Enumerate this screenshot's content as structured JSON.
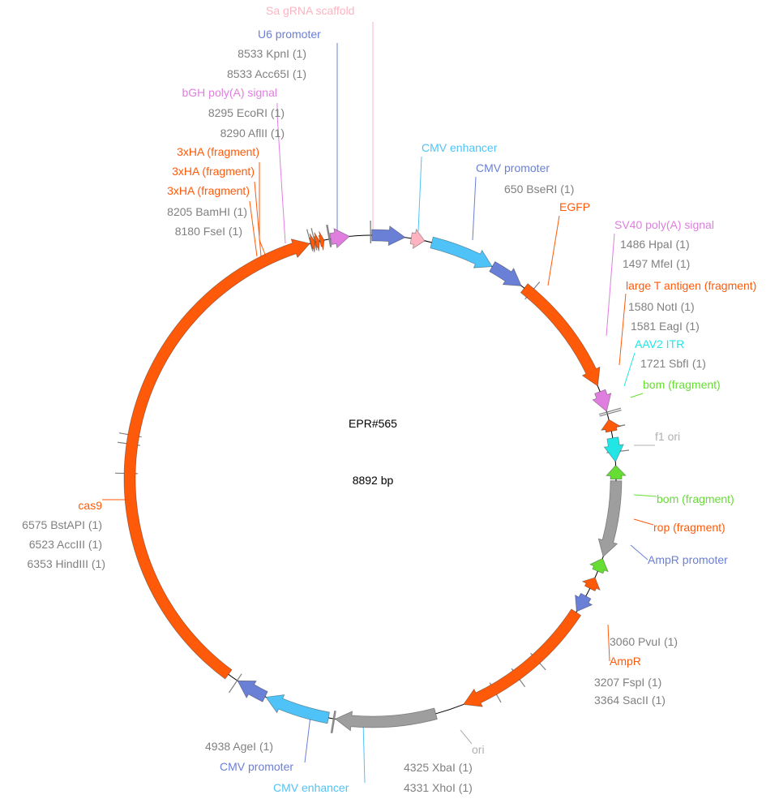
{
  "plasmid": {
    "name": "EPR#565",
    "length_label": "8892 bp",
    "total_bp": 8892
  },
  "features": [
    {
      "name": "CMV enhancer",
      "start": 0,
      "end": 380,
      "direction": "cw",
      "color": "#4fc3f7"
    },
    {
      "name": "CMV promoter",
      "start": 380,
      "end": 584,
      "direction": "cw",
      "color": "#6a7fd6"
    },
    {
      "name": "EGFP",
      "start": 605,
      "end": 1325,
      "direction": "cw",
      "color": "#ff5a0a"
    },
    {
      "name": "SV40 poly(A) signal",
      "start": 1360,
      "end": 1482,
      "direction": "cw",
      "color": "#e07ee0"
    },
    {
      "name": "large T antigen (fragment)",
      "start": 1530,
      "end": 1600,
      "direction": "ccw",
      "color": "#ff5a0a"
    },
    {
      "name": "AAV2 ITR",
      "start": 1640,
      "end": 1780,
      "direction": "cw",
      "color": "#22e6e6"
    },
    {
      "name": "bom (fragment)",
      "start": 1800,
      "end": 1880,
      "direction": "ccw",
      "color": "#66dd33"
    },
    {
      "name": "f1 ori",
      "start": 1890,
      "end": 2340,
      "direction": "cw",
      "color": "#9e9e9e"
    },
    {
      "name": "bom (fragment)",
      "start": 2350,
      "end": 2430,
      "direction": "ccw",
      "color": "#66dd33"
    },
    {
      "name": "rop (fragment)",
      "start": 2470,
      "end": 2540,
      "direction": "ccw",
      "color": "#ff5a0a"
    },
    {
      "name": "AmpR promoter",
      "start": 2590,
      "end": 2695,
      "direction": "cw",
      "color": "#6a7fd6"
    },
    {
      "name": "AmpR",
      "start": 2700,
      "end": 3560,
      "direction": "cw",
      "color": "#ff5a0a"
    },
    {
      "name": "ori",
      "start": 3730,
      "end": 4320,
      "direction": "cw",
      "color": "#9e9e9e"
    },
    {
      "name": "CMV enhancer",
      "start": 4360,
      "end": 4745,
      "direction": "cw",
      "color": "#4fc3f7"
    },
    {
      "name": "CMV promoter",
      "start": 4750,
      "end": 4935,
      "direction": "cw",
      "color": "#6a7fd6"
    },
    {
      "name": "cas9",
      "start": 5000,
      "end": 8175,
      "direction": "cw",
      "color": "#ff5a0a"
    },
    {
      "name": "3xHA (fragment)",
      "start": 8182,
      "end": 8207,
      "direction": "cw",
      "color": "#ff5a0a"
    },
    {
      "name": "3xHA (fragment)",
      "start": 8209,
      "end": 8234,
      "direction": "cw",
      "color": "#ff5a0a"
    },
    {
      "name": "3xHA (fragment)",
      "start": 8236,
      "end": 8261,
      "direction": "cw",
      "color": "#ff5a0a"
    },
    {
      "name": "bGH poly(A) signal",
      "start": 8300,
      "end": 8410,
      "direction": "cw",
      "color": "#e07ee0"
    },
    {
      "name": "U6 promoter",
      "start": 8540,
      "end": 8735,
      "direction": "cw",
      "color": "#6a7fd6"
    },
    {
      "name": "Sa gRNA scaffold",
      "start": 8770,
      "end": 8850,
      "direction": "cw",
      "color": "#ffb3c1"
    }
  ],
  "labels": [
    {
      "text": "Sa gRNA scaffold",
      "color": "#ffb3c1",
      "anchor": "Sa gRNA scaffold"
    },
    {
      "text": "U6 promoter",
      "color": "#6a7fd6",
      "anchor": "U6 promoter"
    },
    {
      "text": "8533 KpnI (1)",
      "color": "#808080",
      "site_bp": 8533
    },
    {
      "text": "8533 Acc65I (1)",
      "color": "#808080",
      "site_bp": 8533
    },
    {
      "text": "bGH poly(A) signal",
      "color": "#e07ee0",
      "anchor": "bGH poly(A) signal"
    },
    {
      "text": "8295 EcoRI (1)",
      "color": "#808080",
      "site_bp": 8295
    },
    {
      "text": "8290 AflII (1)",
      "color": "#808080",
      "site_bp": 8290
    },
    {
      "text": "3xHA (fragment)",
      "color": "#ff5a0a",
      "anchor": "3xHA (fragment)"
    },
    {
      "text": "3xHA (fragment)",
      "color": "#ff5a0a",
      "anchor": "3xHA (fragment)"
    },
    {
      "text": "3xHA (fragment)",
      "color": "#ff5a0a",
      "anchor": "3xHA (fragment)"
    },
    {
      "text": "8205 BamHI (1)",
      "color": "#808080",
      "site_bp": 8205
    },
    {
      "text": "8180 FseI (1)",
      "color": "#808080",
      "site_bp": 8180
    },
    {
      "text": "CMV enhancer",
      "color": "#4fc3f7",
      "anchor": "CMV enhancer"
    },
    {
      "text": "CMV promoter",
      "color": "#6a7fd6",
      "anchor": "CMV promoter"
    },
    {
      "text": "650 BseRI (1)",
      "color": "#808080",
      "site_bp": 650
    },
    {
      "text": "EGFP",
      "color": "#ff5a0a",
      "anchor": "EGFP"
    },
    {
      "text": "SV40 poly(A) signal",
      "color": "#e07ee0",
      "anchor": "SV40 poly(A) signal"
    },
    {
      "text": "1486 HpaI (1)",
      "color": "#808080",
      "site_bp": 1486
    },
    {
      "text": "1497 MfeI (1)",
      "color": "#808080",
      "site_bp": 1497
    },
    {
      "text": "large T antigen (fragment)",
      "color": "#ff5a0a",
      "anchor": "large T antigen (fragment)"
    },
    {
      "text": "1580 NotI (1)",
      "color": "#808080",
      "site_bp": 1580
    },
    {
      "text": "1581 EagI (1)",
      "color": "#808080",
      "site_bp": 1581
    },
    {
      "text": "AAV2 ITR",
      "color": "#22e6e6",
      "anchor": "AAV2 ITR"
    },
    {
      "text": "1721 SbfI (1)",
      "color": "#808080",
      "site_bp": 1721
    },
    {
      "text": "bom (fragment)",
      "color": "#66dd33",
      "anchor": "bom (fragment)"
    },
    {
      "text": "f1 ori",
      "color": "#b0b0b0",
      "anchor": "f1 ori"
    },
    {
      "text": "bom (fragment)",
      "color": "#66dd33",
      "anchor": "bom (fragment)"
    },
    {
      "text": "rop (fragment)",
      "color": "#ff5a0a",
      "anchor": "rop (fragment)"
    },
    {
      "text": "AmpR promoter",
      "color": "#6a7fd6",
      "anchor": "AmpR promoter"
    },
    {
      "text": "3060 PvuI (1)",
      "color": "#808080",
      "site_bp": 3060
    },
    {
      "text": "AmpR",
      "color": "#ff5a0a",
      "anchor": "AmpR"
    },
    {
      "text": "3207 FspI (1)",
      "color": "#808080",
      "site_bp": 3207
    },
    {
      "text": "3364 SacII (1)",
      "color": "#808080",
      "site_bp": 3364
    },
    {
      "text": "ori",
      "color": "#b0b0b0",
      "anchor": "ori"
    },
    {
      "text": "4325 XbaI (1)",
      "color": "#808080",
      "site_bp": 4325
    },
    {
      "text": "4331 XhoI (1)",
      "color": "#808080",
      "site_bp": 4331
    },
    {
      "text": "CMV enhancer",
      "color": "#4fc3f7",
      "anchor": "CMV enhancer"
    },
    {
      "text": "CMV promoter",
      "color": "#6a7fd6",
      "anchor": "CMV promoter"
    },
    {
      "text": "4938 AgeI (1)",
      "color": "#808080",
      "site_bp": 4938
    },
    {
      "text": "cas9",
      "color": "#ff5a0a",
      "anchor": "cas9"
    },
    {
      "text": "6575 BstAPI (1)",
      "color": "#808080",
      "site_bp": 6575
    },
    {
      "text": "6523 AccIII (1)",
      "color": "#808080",
      "site_bp": 6523
    },
    {
      "text": "6353 HindIII (1)",
      "color": "#808080",
      "site_bp": 6353
    }
  ]
}
